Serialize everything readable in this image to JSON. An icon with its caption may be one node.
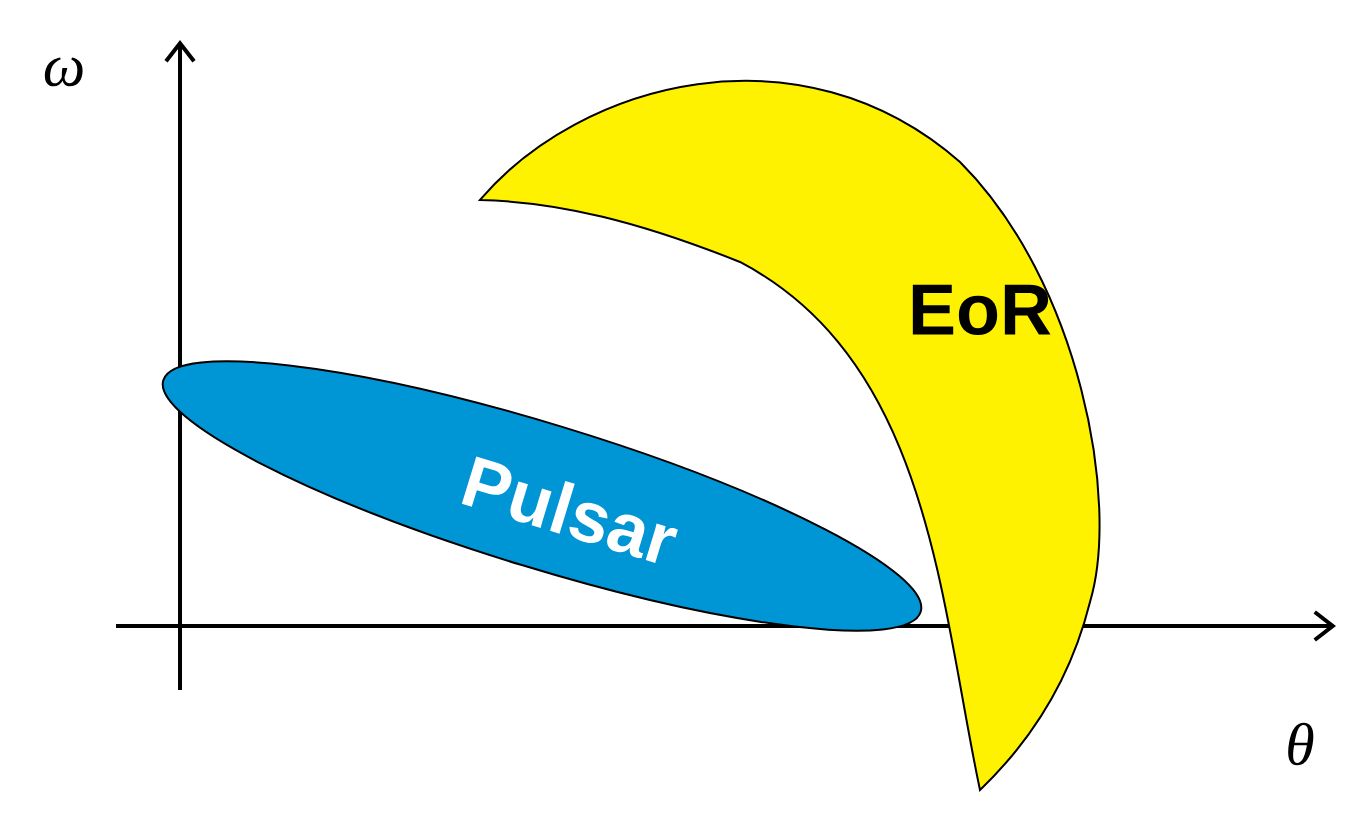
{
  "diagram": {
    "nodes": [
      {
        "text": [
          "EoR"
        ]
      },
      {
        "text": [
          "Pulsar"
        ]
      }
    ],
    "labels": [
      "ω",
      "θ"
    ]
  }
}
